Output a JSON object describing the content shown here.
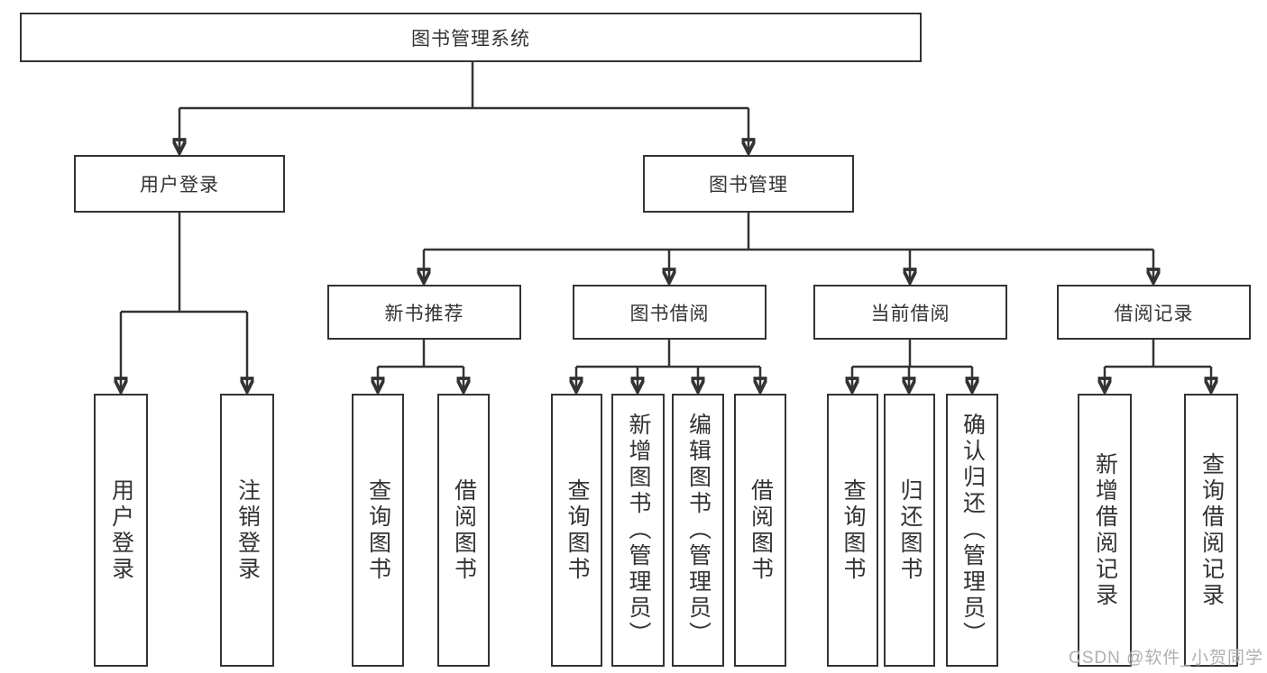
{
  "tree": {
    "label": "图书管理系统",
    "children": [
      {
        "label": "用户登录",
        "children": [
          {
            "label": "用户登录"
          },
          {
            "label": "注销登录"
          }
        ]
      },
      {
        "label": "图书管理",
        "children": [
          {
            "label": "新书推荐",
            "children": [
              {
                "label": "查询图书"
              },
              {
                "label": "借阅图书"
              }
            ]
          },
          {
            "label": "图书借阅",
            "children": [
              {
                "label": "查询图书"
              },
              {
                "label": "新增图书（管理员）"
              },
              {
                "label": "编辑图书（管理员）"
              },
              {
                "label": "借阅图书"
              }
            ]
          },
          {
            "label": "当前借阅",
            "children": [
              {
                "label": "查询图书"
              },
              {
                "label": "归还图书"
              },
              {
                "label": "确认归还（管理员）"
              }
            ]
          },
          {
            "label": "借阅记录",
            "children": [
              {
                "label": "新增借阅记录"
              },
              {
                "label": "查询借阅记录"
              }
            ]
          }
        ]
      }
    ]
  },
  "watermark": {
    "text": "CSDN @软件_小贺同学"
  },
  "colors": {
    "line": "#333333",
    "boxBorder": "#333333",
    "text": "#333333",
    "bg": "#ffffff",
    "watermark": "#b0b0b0"
  }
}
